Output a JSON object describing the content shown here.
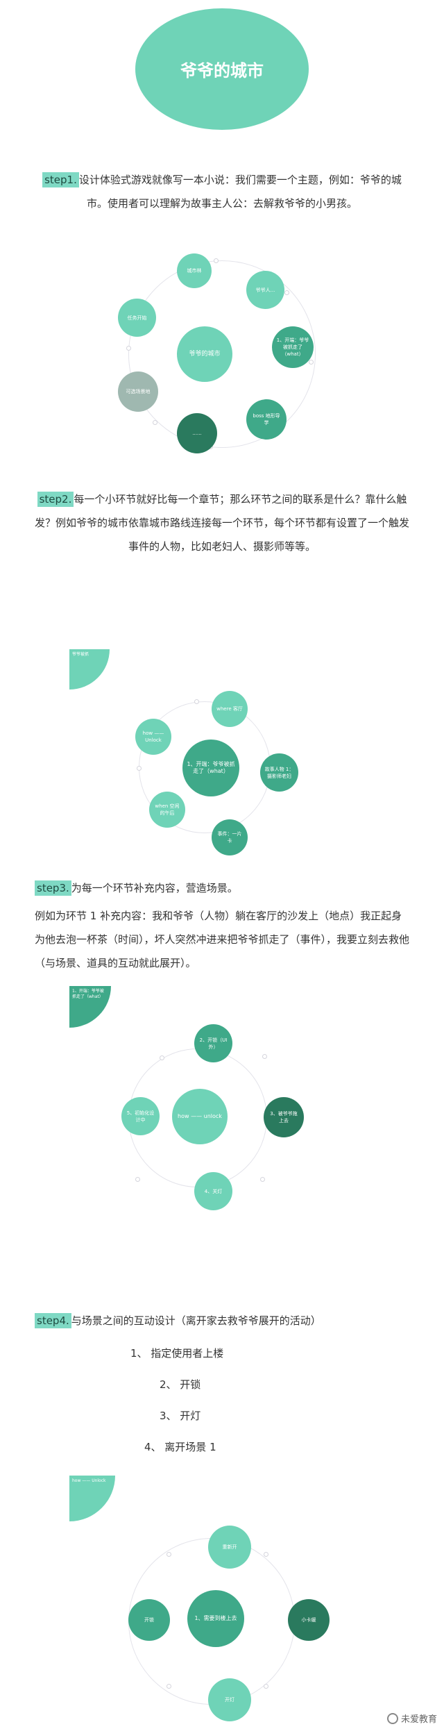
{
  "title": "爷爷的城市",
  "step1": {
    "tag": "step1.",
    "text": "设计体验式游戏就像写一本小说：我们需要一个主题，例如：爷爷的城市。使用者可以理解为故事主人公：去解救爷爷的小男孩。"
  },
  "diagram1": {
    "center": "爷爷的城市",
    "nodes": [
      "城市林",
      "爷爷人...",
      "1、开端：爷爷被抓走了（what）",
      "boss 地形导学",
      "......",
      "可选场景地",
      "任务开始"
    ]
  },
  "step2": {
    "tag": "step2.",
    "text": "每一个小环节就好比每一个章节；那么环节之间的联系是什么？靠什么触发？例如爷爷的城市依靠城市路线连接每一个环节，每个环节都有设置了一个触发事件的人物，比如老妇人、摄影师等等。"
  },
  "diagram2": {
    "corner": "爷爷被抓",
    "center": "1、开端：爷爷被抓走了（what）",
    "nodes": [
      "where 客厅",
      "故事人物 1：摄影师老妇",
      "事件：一片卡",
      "when 空闲的午后",
      "how ——Unlock"
    ]
  },
  "step3": {
    "tag": "step3.",
    "text": "为每一个环节补充内容，营造场景。",
    "example": "例如为环节 1 补充内容：我和爷爷（人物）躺在客厅的沙发上（地点）我正起身为他去泡一杯茶（时间），坏人突然冲进来把爷爷抓走了（事件），我要立刻去救他（与场景、道具的互动就此展开）。"
  },
  "diagram3": {
    "corner": "1、开端：爷爷被抓走了（what）",
    "center": "how —— unlock",
    "nodes": [
      "2、开锁（UI 外）",
      "3、被爷爷拖上去",
      "4、关灯",
      "5、初始化设计中"
    ]
  },
  "step4": {
    "tag": "step4.",
    "text": "与场景之间的互动设计（离开家去救爷爷展开的活动）",
    "items": [
      "1、    指定使用者上楼",
      "2、    开锁",
      "3、    开灯",
      "4、    离开场景 1"
    ]
  },
  "diagram4": {
    "corner": "how —— Unlock",
    "center": "1、需要到楼上去",
    "nodes": [
      "重新开",
      "小卡缓",
      "开灯",
      "开锁"
    ]
  },
  "watermark": "未爱教育",
  "colors": {
    "teal_light": "#6fd3b7",
    "teal_mid": "#3fa989",
    "teal_dark": "#2a7a5e",
    "grey": "#9fb8b0"
  }
}
